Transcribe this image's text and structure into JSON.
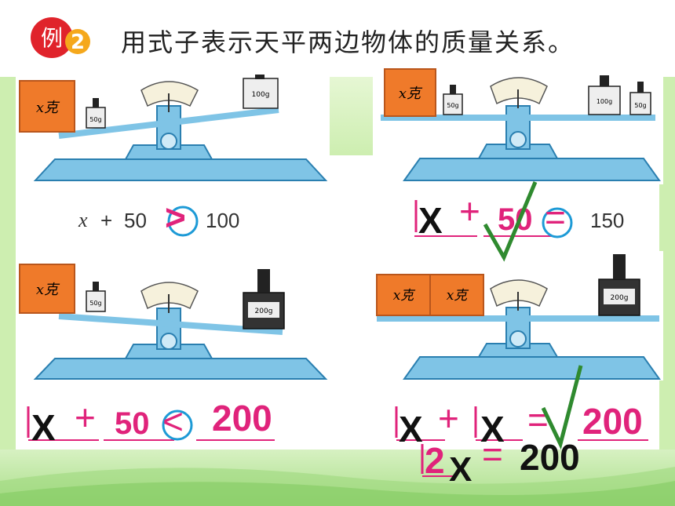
{
  "header": {
    "badge_char": "例",
    "badge_number": "2",
    "title": "用式子表示天平两边物体的质量关系。"
  },
  "scales": [
    {
      "left_block": "x克",
      "left_weights": [
        "50g"
      ],
      "right_weights": [
        "100g"
      ]
    },
    {
      "left_block": "x克",
      "left_weights": [
        "50g"
      ],
      "right_weights": [
        "100g",
        "50g"
      ]
    },
    {
      "left_block": "x克",
      "left_weights": [
        "50g"
      ],
      "right_weights": [
        "200g"
      ]
    },
    {
      "left_blocks": [
        "x克",
        "x克"
      ],
      "right_weights": [
        "200g"
      ]
    }
  ],
  "answers": {
    "a1": {
      "printed_x": "x",
      "printed_plus": "+",
      "printed_50": "50",
      "printed_100": "100",
      "written_sign": ">"
    },
    "a2": {
      "written_x": "X",
      "written_plus": "+",
      "written_50": "50",
      "written_eq": "=",
      "printed_150": "150"
    },
    "a3": {
      "written_x": "X",
      "written_plus": "+",
      "written_50": "50",
      "written_lt": "<",
      "written_200": "200"
    },
    "a4": {
      "written_x1": "X",
      "written_plus": "+",
      "written_x2": "X",
      "written_eq": "=",
      "written_200": "200",
      "line2_coef": "2",
      "line2_x": "X",
      "line2_eq": "=",
      "line2_200": "200"
    }
  },
  "colors": {
    "scale_blue": "#7fc4e6",
    "scale_dark": "#2a7fb0",
    "block_orange": "#ef7a2a",
    "ink_pink": "#e0237b",
    "check_green": "#2f8a2f"
  }
}
